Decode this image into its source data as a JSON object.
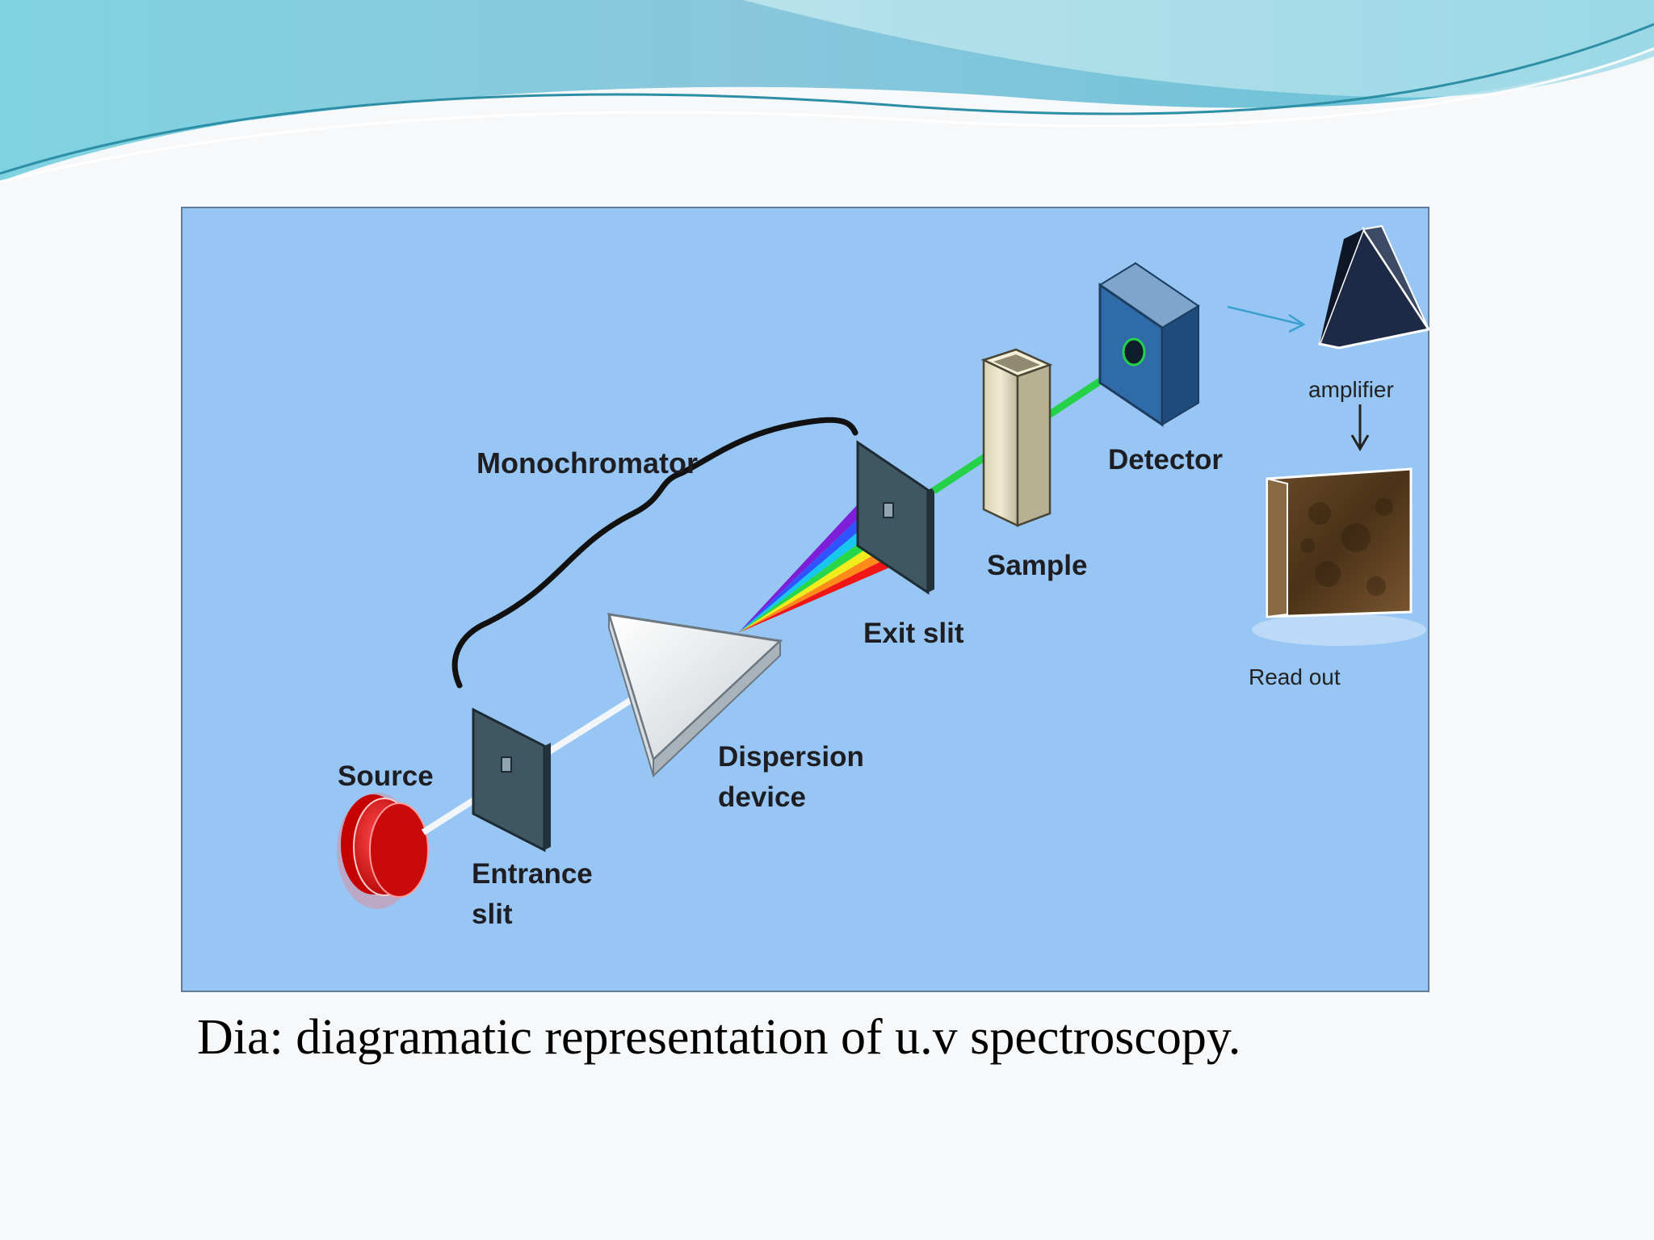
{
  "slide": {
    "caption": "Dia: diagramatic representation of u.v spectroscopy."
  },
  "diagram": {
    "labels": {
      "monochromator": "Monochromator",
      "source": "Source",
      "entrance_slit_line1": "Entrance",
      "entrance_slit_line2": "slit",
      "dispersion_line1": "Dispersion",
      "dispersion_line2": "device",
      "exit_slit": "Exit slit",
      "sample": "Sample",
      "detector": "Detector",
      "amplifier": "amplifier",
      "read_out": "Read out"
    },
    "colors": {
      "panel_background": "#97c6f5",
      "source": "#d40b0b",
      "beam_white": "#f2f6fa",
      "beam_green": "#26d14a",
      "detector": "#2f6ba8",
      "slit": "#3f5663",
      "amplifier": "#1d2a45"
    },
    "spectrum_colors": [
      "#7d1fd6",
      "#2f54ff",
      "#18c7f0",
      "#28d64a",
      "#f1ec1c",
      "#ff8c1a",
      "#f01616"
    ]
  }
}
